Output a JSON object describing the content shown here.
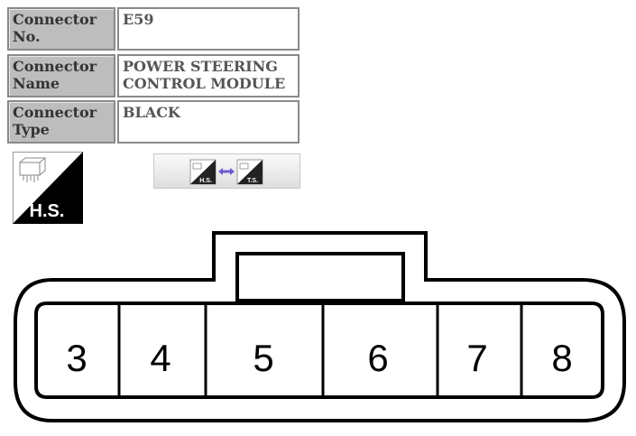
{
  "connector_info": {
    "rows": [
      {
        "label": "Connector\nNo.",
        "value": "E59"
      },
      {
        "label": "Connector\nName",
        "value": "POWER STEERING\nCONTROL MODULE"
      },
      {
        "label": "Connector\nType",
        "value": "BLACK"
      }
    ]
  },
  "symbol": {
    "text": "H.S.",
    "icon": "harness-side-icon"
  },
  "toggle": {
    "left_text": "H.S.",
    "right_text": "T.S.",
    "icon": "swap-arrow-icon"
  },
  "connector": {
    "pins": [
      "3",
      "4",
      "5",
      "6",
      "7",
      "8"
    ]
  },
  "colors": {
    "label_bg": "#bdbdbd",
    "border": "#8a8a8a",
    "arrow": "#6a5acd"
  }
}
